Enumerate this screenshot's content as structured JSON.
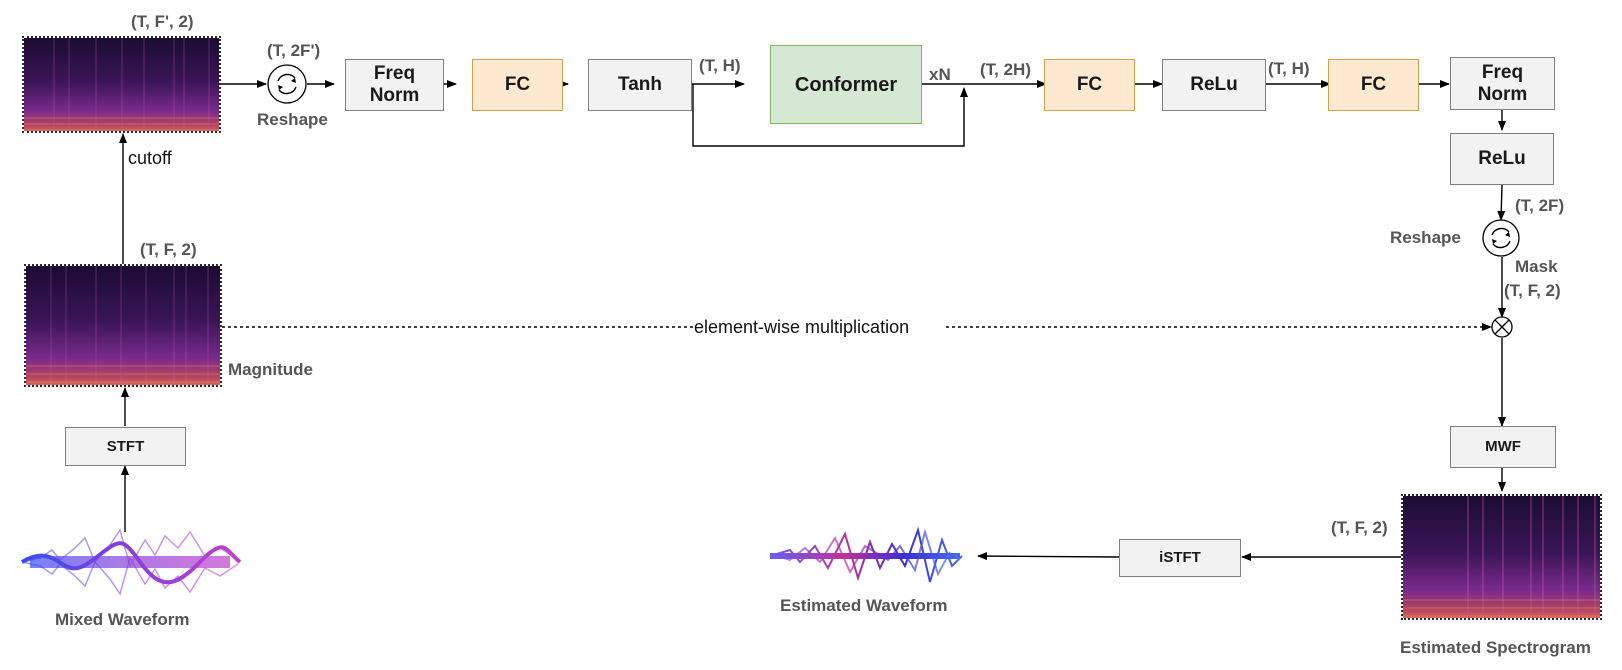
{
  "boxes": {
    "freq_norm_1": "Freq\nNorm",
    "fc_1": "FC",
    "tanh": "Tanh",
    "conformer": "Conformer",
    "fc_2": "FC",
    "relu_1": "ReLu",
    "fc_3": "FC",
    "freq_norm_2": "Freq\nNorm",
    "relu_2": "ReLu",
    "stft": "STFT",
    "mwf": "MWF",
    "istft": "iSTFT"
  },
  "labels": {
    "shape_tf2_prime": "(T, F', 2)",
    "shape_t2fprime": "(T, 2F')",
    "reshape_1": "Reshape",
    "shape_th_1": "(T, H)",
    "xn": "xN",
    "shape_t2h": "(T, 2H)",
    "shape_th_2": "(T, H)",
    "cutoff": "cutoff",
    "shape_tf2_input": "(T, F, 2)",
    "shape_t2f": "(T, 2F)",
    "reshape_2": "Reshape",
    "mask": "Mask",
    "shape_tf2_mask": "(T, F, 2)",
    "element_wise": "element-wise multiplication",
    "magnitude": "Magnitude",
    "shape_tf2_est": "(T, F, 2)",
    "mixed_waveform": "Mixed Waveform",
    "estimated_waveform": "Estimated Waveform",
    "estimated_spectrogram": "Estimated Spectrogram"
  },
  "colors": {
    "fc_fill": "#fde8d0",
    "conformer_fill": "#d5e8d4",
    "block_fill": "#f2f2f2",
    "spectrogram_dark": "#1b0c33",
    "spectrogram_mid": "#7a2a8c",
    "spectrogram_hot": "#e8705a"
  },
  "icons": {
    "reshape": "circular-arrows-icon",
    "multiply": "circled-times-icon"
  }
}
